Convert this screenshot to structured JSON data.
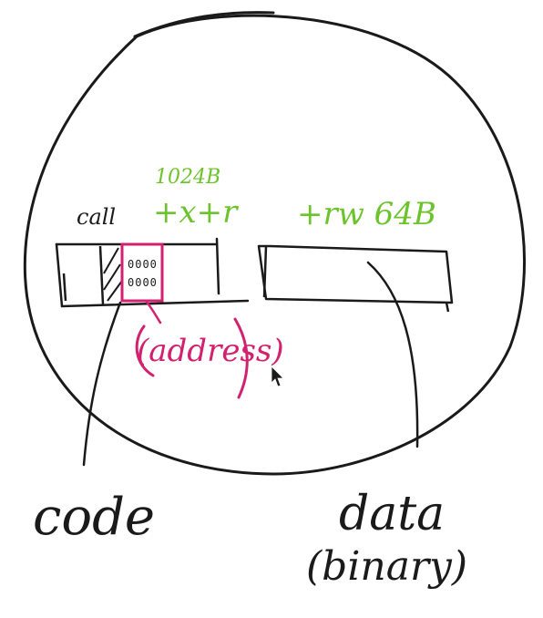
{
  "labels": {
    "call": "call",
    "size_note": "1024B",
    "code_perms": "+x+r",
    "data_perms": "+rw 64B",
    "code": "code",
    "data": "data",
    "data_sub": "(binary)",
    "address_note": "(address)",
    "cells_row1": "0000",
    "cells_row2": "0000"
  },
  "colors": {
    "dark_ink": "#1a1a1a",
    "green_ink": "#6cc32c",
    "magenta_ink": "#d1216f",
    "background": "#ffffff"
  },
  "icons": {
    "cursor": "mouse-pointer-icon"
  }
}
